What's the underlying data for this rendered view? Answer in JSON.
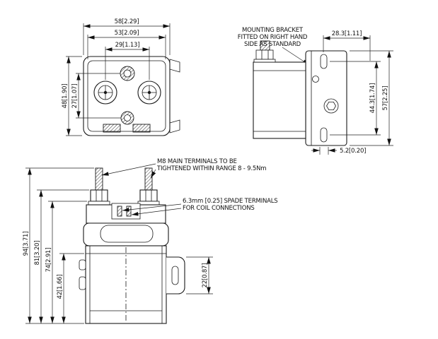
{
  "colors": {
    "ink": "#1a1a1a",
    "paper": "#ffffff"
  },
  "top_view": {
    "dims": {
      "overall_width": "58[2.29]",
      "body_width": "53[2.09]",
      "terminal_spacing": "29[1.13]",
      "overall_depth": "48[1.90]",
      "coil_terminal_spacing": "27[1.07]"
    }
  },
  "side_view": {
    "note_lines": [
      "MOUNTING BRACKET",
      "FITTED ON RIGHT HAND",
      "SIDE AS STANDARD"
    ],
    "dims": {
      "slot_to_face": "28.3[1.11]",
      "slot_spacing": "44.3[1.74]",
      "bracket_height": "57[2.25]",
      "slot_offset": "5.2[0.20]"
    }
  },
  "front_view": {
    "m8_note": [
      "M8 MAIN TERMINALS TO BE",
      "TIGHTENED WITHIN RANGE 8 - 9.5Nm"
    ],
    "spade_note": [
      "6.3mm [0.25] SPADE TERMINALS",
      "FOR COIL CONNECTIONS"
    ],
    "dims": {
      "overall_height": "94[3.71]",
      "height_to_nut": "81[3.20]",
      "height_to_cover": "74[2.91]",
      "height_to_ledge": "42[1.66]",
      "tab_height": "22[0.87]"
    }
  }
}
